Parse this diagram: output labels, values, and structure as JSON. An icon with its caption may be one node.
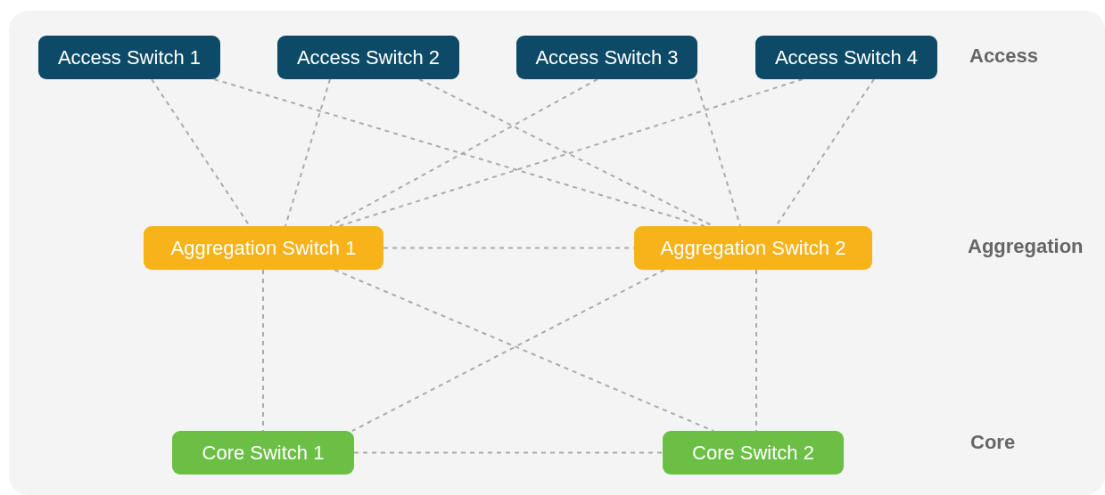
{
  "diagram": {
    "nodes": [
      {
        "text": [
          "Access Switch 1"
        ]
      },
      {
        "text": [
          "Access Switch 2"
        ]
      },
      {
        "text": [
          "Access Switch 3"
        ]
      },
      {
        "text": [
          "Access Switch 4"
        ]
      },
      {
        "text": [
          "Aggregation Switch 1"
        ]
      },
      {
        "text": [
          "Aggregation Switch 2"
        ]
      },
      {
        "text": [
          "Core Switch 1"
        ]
      },
      {
        "text": [
          "Core Switch 2"
        ]
      }
    ],
    "edges": [
      {
        "from": 0,
        "to": 4,
        "arrow": "none",
        "style": "dashed"
      },
      {
        "from": 0,
        "to": 5,
        "arrow": "none",
        "style": "dashed"
      },
      {
        "from": 1,
        "to": 4,
        "arrow": "none",
        "style": "dashed"
      },
      {
        "from": 1,
        "to": 5,
        "arrow": "none",
        "style": "dashed"
      },
      {
        "from": 2,
        "to": 4,
        "arrow": "none",
        "style": "dashed"
      },
      {
        "from": 2,
        "to": 5,
        "arrow": "none",
        "style": "dashed"
      },
      {
        "from": 3,
        "to": 4,
        "arrow": "none",
        "style": "dashed"
      },
      {
        "from": 3,
        "to": 5,
        "arrow": "none",
        "style": "dashed"
      },
      {
        "from": 4,
        "to": 5,
        "arrow": "none",
        "style": "dashed"
      },
      {
        "from": 4,
        "to": 6,
        "arrow": "none",
        "style": "dashed"
      },
      {
        "from": 4,
        "to": 7,
        "arrow": "none",
        "style": "dashed"
      },
      {
        "from": 5,
        "to": 6,
        "arrow": "none",
        "style": "dashed"
      },
      {
        "from": 5,
        "to": 7,
        "arrow": "none",
        "style": "dashed"
      },
      {
        "from": 6,
        "to": 7,
        "arrow": "none",
        "style": "dashed"
      }
    ],
    "labels": [
      "Access",
      "Aggregation",
      "Core"
    ]
  }
}
